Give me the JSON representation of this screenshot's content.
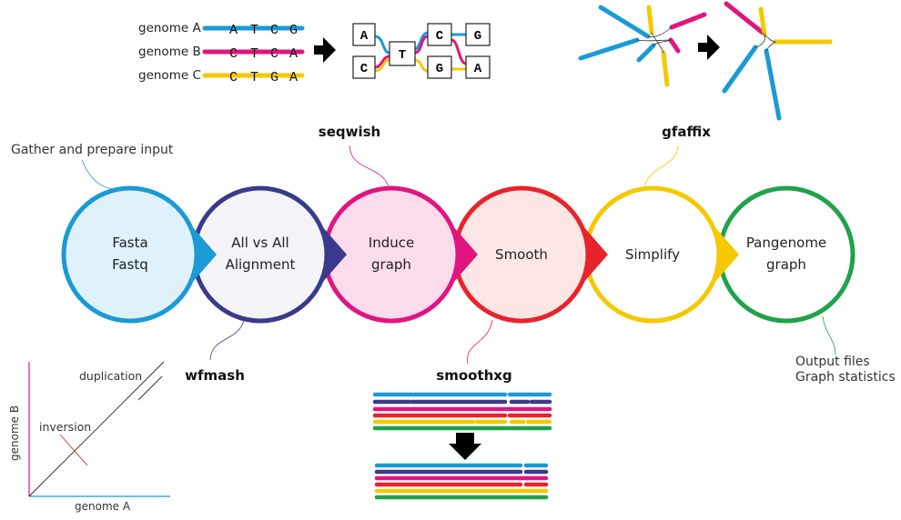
{
  "input_note": "Gather and prepare input",
  "output_note": {
    "line1": "Output files",
    "line2": "Graph statistics"
  },
  "tools": {
    "seqwish": "seqwish",
    "gfaffix": "gfaffix",
    "wfmash": "wfmash",
    "smoothxg": "smoothxg"
  },
  "stages": [
    {
      "line1": "Fasta",
      "line2": "Fastq",
      "stroke": "#1a9ad6",
      "fill": "#dff1fb"
    },
    {
      "line1": "All vs All",
      "line2": "Alignment",
      "stroke": "#3a3a8c",
      "fill": "#f3f3f8"
    },
    {
      "line1": "Induce",
      "line2": "graph",
      "stroke": "#e0157f",
      "fill": "#fbdcec"
    },
    {
      "line1": "Smooth",
      "line2": "",
      "stroke": "#e8242b",
      "fill": "#fde7e6"
    },
    {
      "line1": "Simplify",
      "line2": "",
      "stroke": "#f5c800",
      "fill": "#ffffff"
    },
    {
      "line1": "Pangenome",
      "line2": "graph",
      "stroke": "#1fa24a",
      "fill": "#ffffff"
    }
  ],
  "genomes": [
    {
      "label": "genome A",
      "bases": [
        "A",
        "T",
        "C",
        "G"
      ],
      "color": "#1a9ad6"
    },
    {
      "label": "genome B",
      "bases": [
        "C",
        "T",
        "C",
        "A"
      ],
      "color": "#e0157f"
    },
    {
      "label": "genome C",
      "bases": [
        "C",
        "T",
        "G",
        "A"
      ],
      "color": "#f5c800"
    }
  ],
  "graph_nodes": [
    "A",
    "C",
    "T",
    "C",
    "G",
    "G",
    "A"
  ],
  "dotplot": {
    "xlabel": "genome A",
    "ylabel": "genome B",
    "duplication": "duplication",
    "inversion": "inversion",
    "x_axis_color": "#1a9ad6",
    "y_axis_color": "#e0157f"
  }
}
